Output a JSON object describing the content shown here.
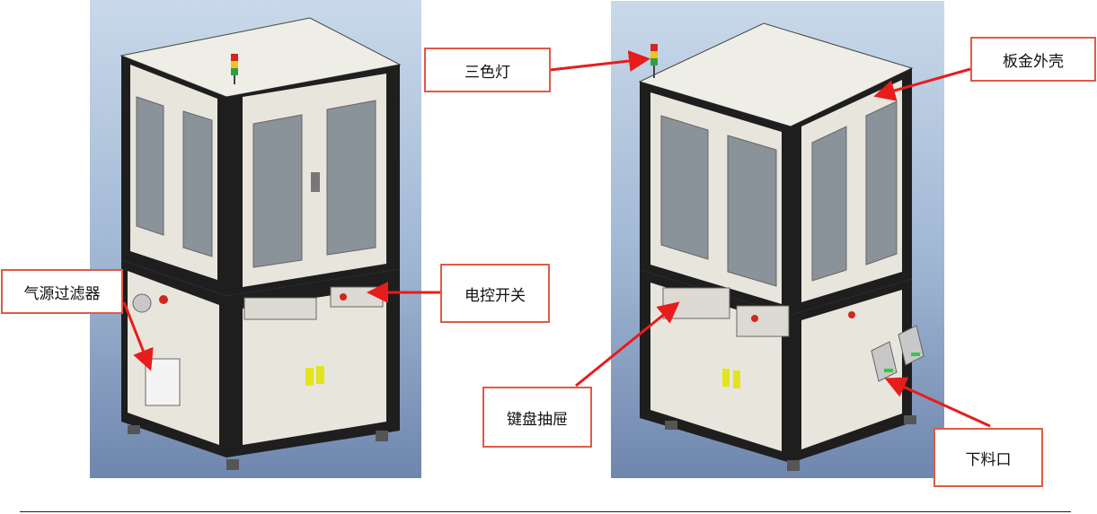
{
  "callouts": {
    "three_color_light": "三色灯",
    "sheet_metal_shell": "板金外壳",
    "air_filter": "气源过滤器",
    "electric_switch": "电控开关",
    "keyboard_drawer": "键盘抽屉",
    "discharge_port": "下料口"
  },
  "colors": {
    "callout_border": "#e05a44",
    "arrow": "#e81c1c",
    "frame": "#1e1e1e",
    "panel_fill": "#e8e6dc",
    "window": "#8a929a"
  },
  "icons": [
    "red-arrow-icon",
    "signal-tower-icon",
    "emergency-stop-icon"
  ]
}
